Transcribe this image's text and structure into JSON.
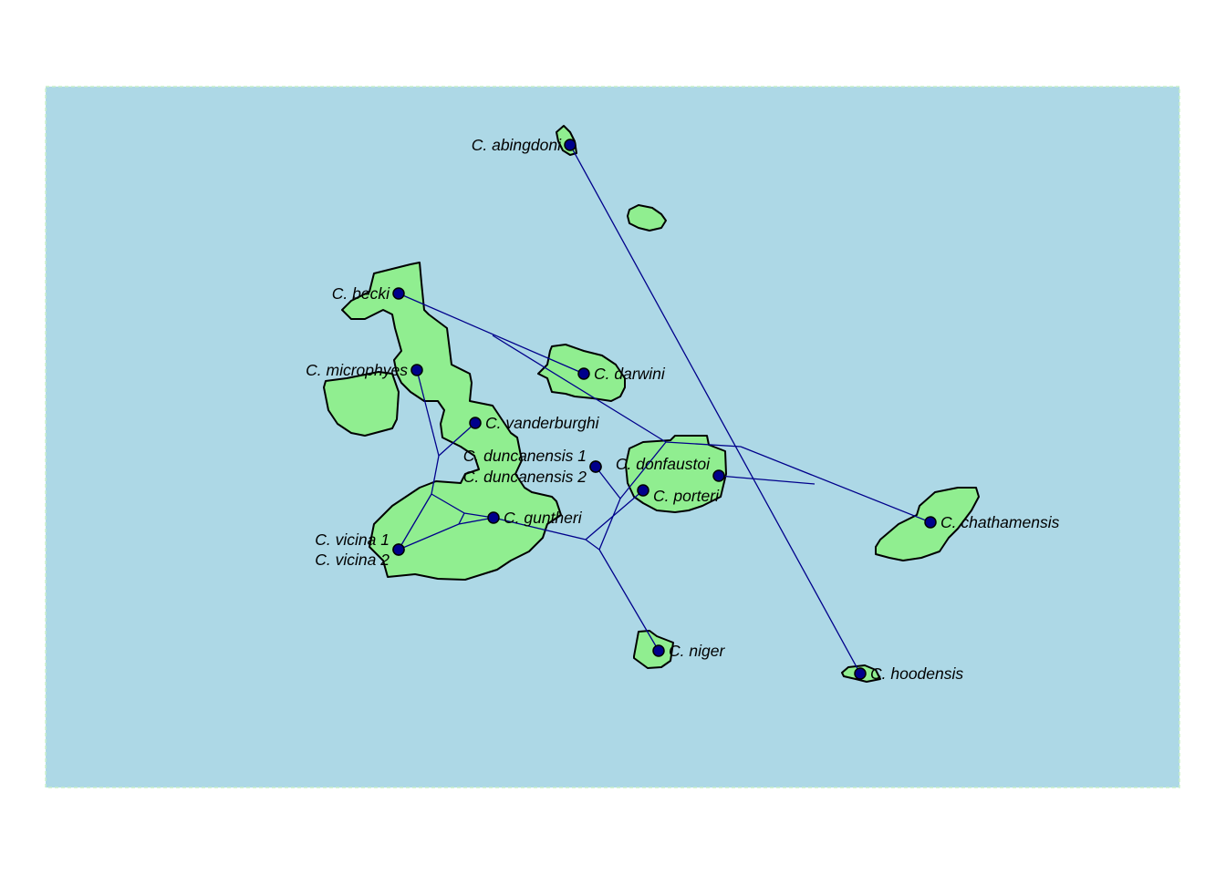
{
  "map": {
    "colors": {
      "sea": "#ADD8E6",
      "land": "#90EE90",
      "tree": "#00008B",
      "tip": "#00008B",
      "outline": "#000000"
    }
  },
  "tips": [
    {
      "id": "abingdoni",
      "label": "C. abingdoni"
    },
    {
      "id": "becki",
      "label": "C. becki"
    },
    {
      "id": "darwini",
      "label": "C. darwini"
    },
    {
      "id": "microphyes",
      "label": "C. microphyes"
    },
    {
      "id": "vanderburghi",
      "label": "C. vanderburghi"
    },
    {
      "id": "duncanensis1",
      "label": "C. duncanensis 1"
    },
    {
      "id": "duncanensis2",
      "label": "C. duncanensis 2"
    },
    {
      "id": "donfaustoi",
      "label": "C. donfaustoi"
    },
    {
      "id": "porteri",
      "label": "C. porteri"
    },
    {
      "id": "guntheri",
      "label": "C. guntheri"
    },
    {
      "id": "vicina1",
      "label": "C. vicina 1"
    },
    {
      "id": "vicina2",
      "label": "C. vicina 2"
    },
    {
      "id": "chathamensis",
      "label": "C. chathamensis"
    },
    {
      "id": "niger",
      "label": "C. niger"
    },
    {
      "id": "hoodensis",
      "label": "C. hoodensis"
    }
  ]
}
